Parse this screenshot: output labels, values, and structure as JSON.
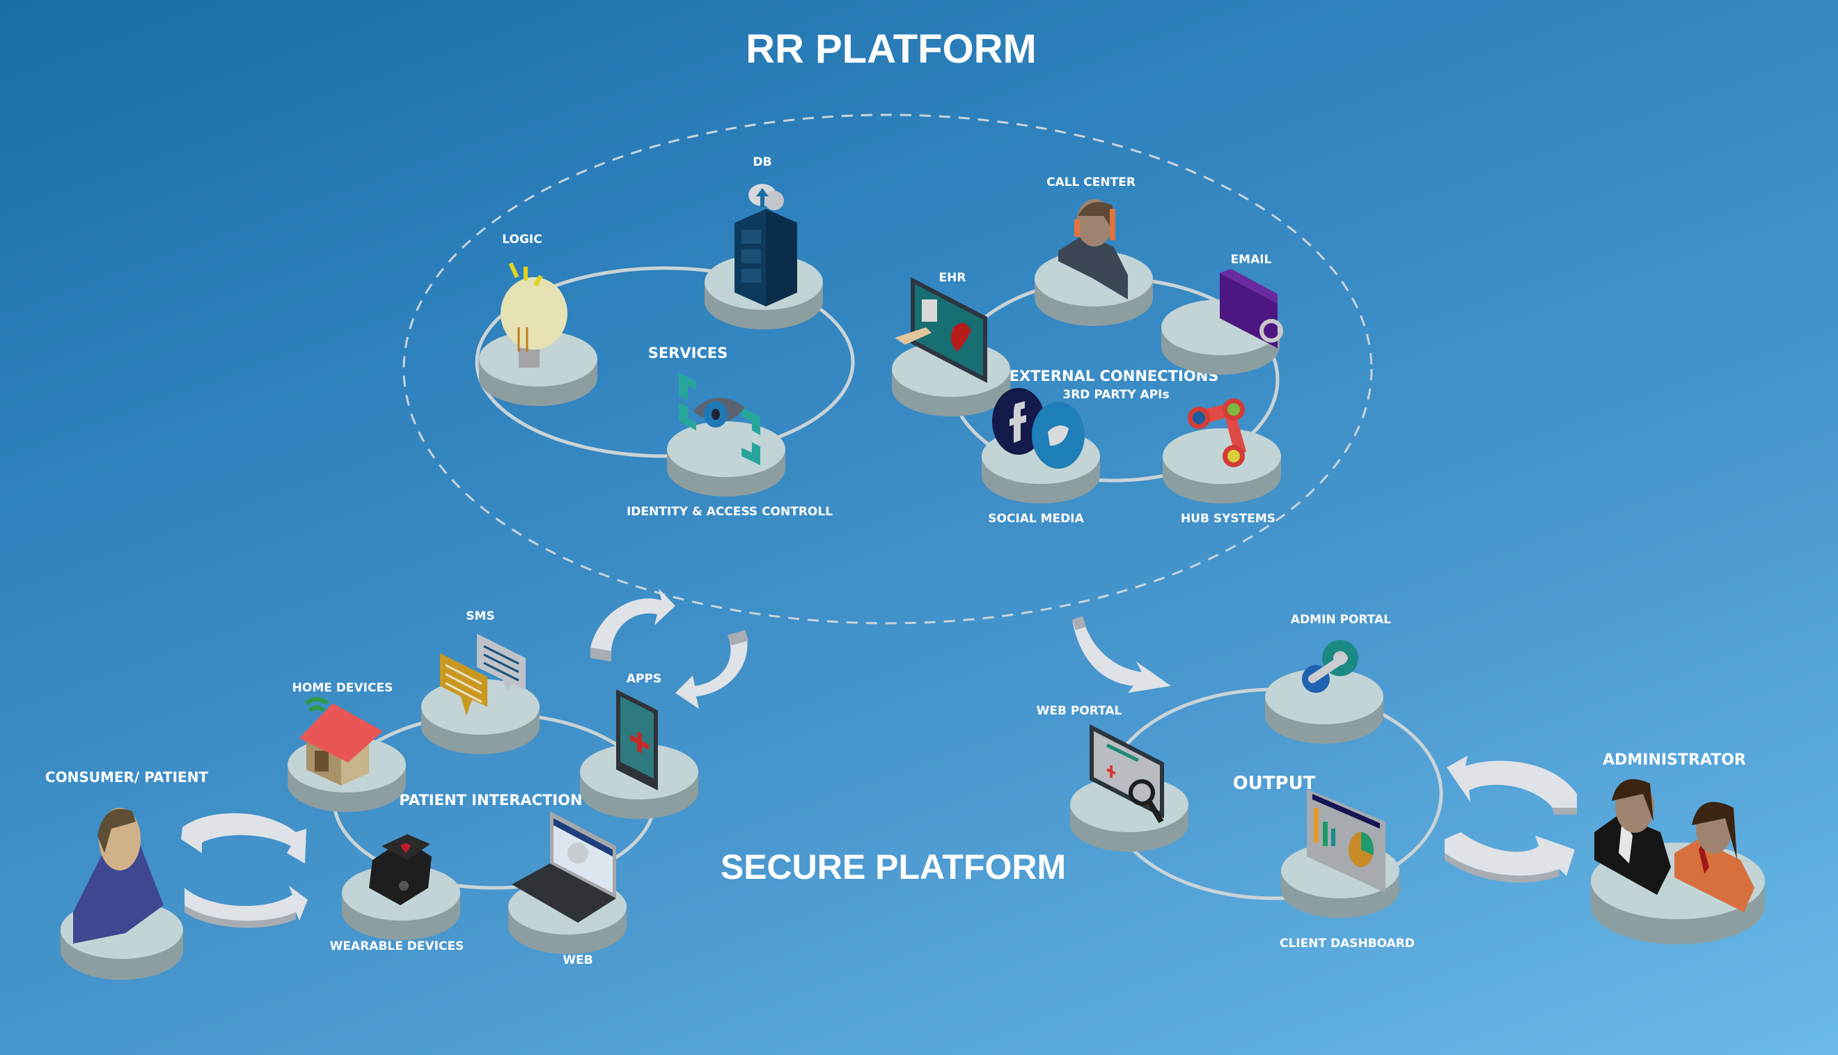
{
  "titles": {
    "rr_platform": "RR PLATFORM",
    "secure_platform": "SECURE PLATFORM"
  },
  "services_group": {
    "title": "SERVICES",
    "nodes": {
      "logic": "LOGIC",
      "db": "DB",
      "identity": "IDENTITY & ACCESS CONTROLL"
    }
  },
  "external_group": {
    "title": "EXTERNAL CONNECTIONS",
    "subtitle": "3RD PARTY APIs",
    "nodes": {
      "ehr": "EHR",
      "call_center": "CALL CENTER",
      "email": "EMAIL",
      "social_media": "SOCIAL MEDIA",
      "hub_systems": "HUB SYSTEMS"
    }
  },
  "patient_group": {
    "title": "PATIENT INTERACTION",
    "nodes": {
      "home_devices": "HOME DEVICES",
      "sms": "SMS",
      "apps": "APPS",
      "wearable_devices": "WEARABLE DEVICES",
      "web": "WEB"
    }
  },
  "output_group": {
    "title": "OUTPUT",
    "nodes": {
      "web_portal": "WEB PORTAL",
      "admin_portal": "ADMIN PORTAL",
      "client_dashboard": "CLIENT DASHBOARD"
    }
  },
  "actors": {
    "consumer": "CONSUMER/ PATIENT",
    "administrator": "ADMINISTRATOR"
  },
  "colors": {
    "background_start": "#1a6ea7",
    "background_end": "#6ab9e8",
    "disc": "#c2d4d5",
    "text": "#ffffff"
  }
}
